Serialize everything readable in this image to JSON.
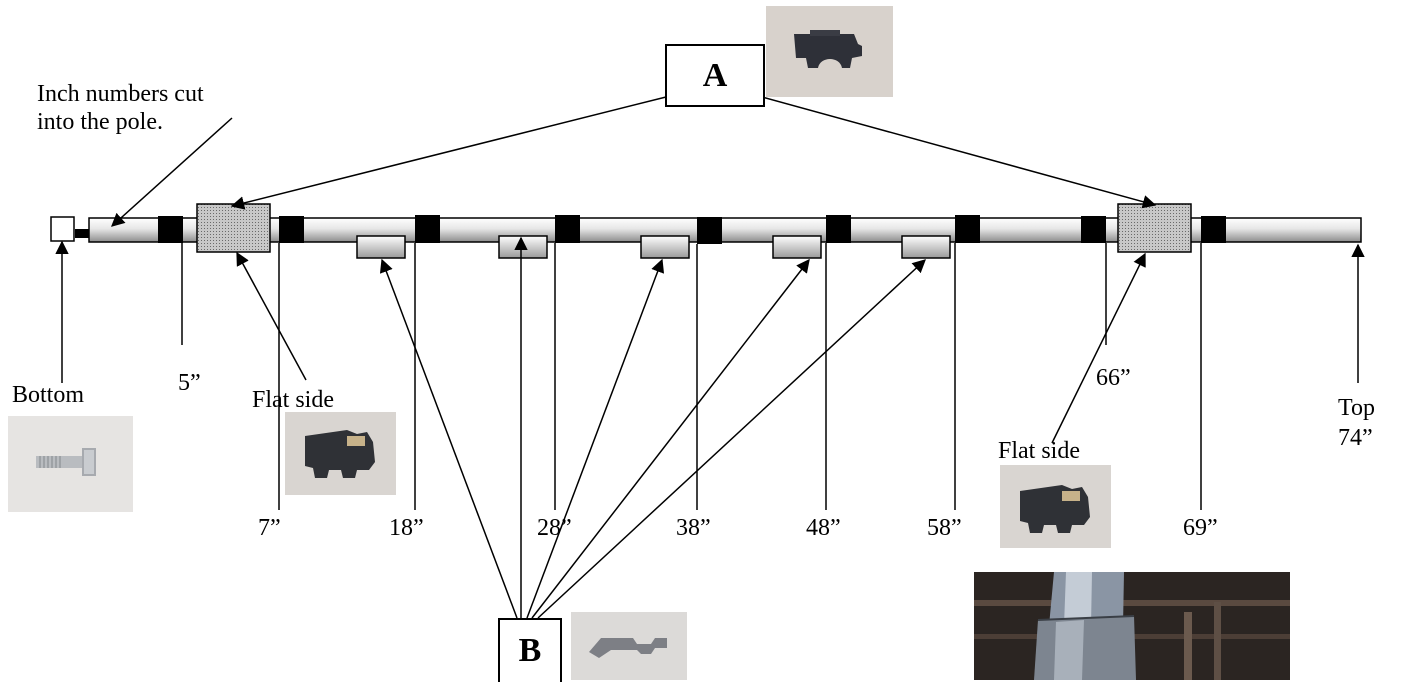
{
  "callouts": {
    "a_label": "A",
    "b_label": "B"
  },
  "labels": {
    "inch_numbers": "Inch numbers cut\ninto the pole.",
    "bottom": "Bottom",
    "top": "Top\n74”",
    "flat_side_left": "Flat side",
    "flat_side_right": "Flat side"
  },
  "measurements": [
    "5”",
    "7”",
    "18”",
    "28”",
    "38”",
    "48”",
    "58”",
    "66”",
    "69”"
  ],
  "colors": {
    "pole_shade": "#9a9a9a",
    "marker": "#000000",
    "bracket_fill": "#bdbdbd"
  }
}
